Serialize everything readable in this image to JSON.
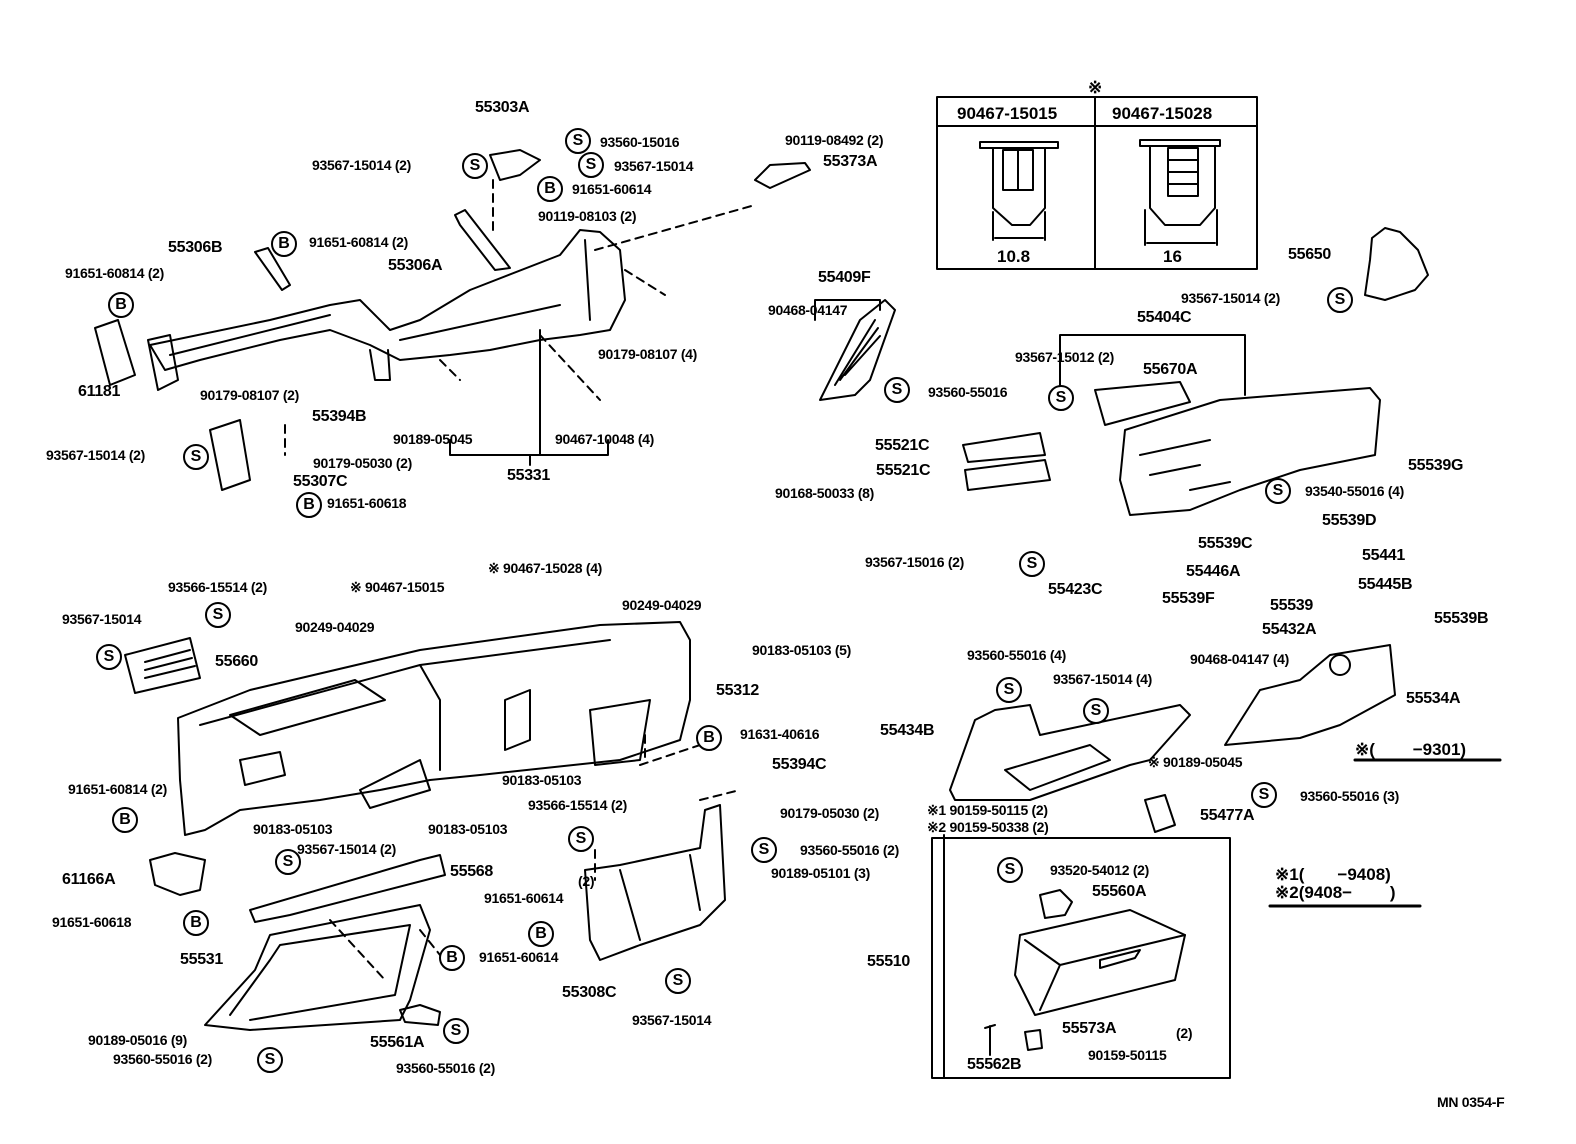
{
  "diagram": {
    "type": "exploded parts diagram",
    "footer_code": "MN  0354-F",
    "symbol_s": "S",
    "symbol_b": "B",
    "asterisk": "※"
  },
  "inset_clips": {
    "columns": [
      {
        "part": "90467-15015",
        "dimension": "10.8"
      },
      {
        "part": "90467-15028",
        "dimension": "16"
      }
    ]
  },
  "notes": {
    "note_9301": "※(        −9301)",
    "note_1": "※1(       −9408)",
    "note_2": "※2(9408−        )"
  },
  "labels": {
    "p55303A": "55303A",
    "p93560_15016": "93560-15016",
    "p93567_15014_top2": "93567-15014 (2)",
    "p93567_15014_top": "93567-15014",
    "p91651_60614_top": "91651-60614",
    "p90119_08492": "90119-08492 (2)",
    "p55373A": "55373A",
    "p90119_08103": "90119-08103 (2)",
    "p55306B": "55306B",
    "p91651_60814_mid": "91651-60814 (2)",
    "p55306A": "55306A",
    "p91651_60814_left": "91651-60814 (2)",
    "p61181": "61181",
    "p90179_08107_2": "90179-08107 (2)",
    "p90179_08107_4": "90179-08107 (4)",
    "p55394B": "55394B",
    "p93567_15014_left2": "93567-15014 (2)",
    "p90179_05030_a": "90179-05030 (2)",
    "p55307C": "55307C",
    "p91651_60618_a": "91651-60618",
    "p90189_05045_a": "90189-05045",
    "p90467_10048": "90467-10048 (4)",
    "p55331": "55331",
    "p55409F": "55409F",
    "p90468_04147_a": "90468-04147",
    "p93560_55016_a": "93560-55016",
    "p55521C_a": "55521C",
    "p55521C_b": "55521C",
    "p90168_50033": "90168-50033 (8)",
    "p55404C": "55404C",
    "p93567_15012": "93567-15012 (2)",
    "p55670A": "55670A",
    "p55650": "55650",
    "p93567_15014_r2": "93567-15014 (2)",
    "p93540_55016": "93540-55016 (4)",
    "p55539G": "55539G",
    "p55539D": "55539D",
    "p55539C": "55539C",
    "p55441": "55441",
    "p55446A": "55446A",
    "p55445B": "55445B",
    "p55539F": "55539F",
    "p55539": "55539",
    "p93567_15016": "93567-15016 (2)",
    "p55423C": "55423C",
    "p55432A": "55432A",
    "p55539B": "55539B",
    "p90468_04147_b": "90468-04147 (4)",
    "p55534A": "55534A",
    "p93566_15514_a": "93566-15514 (2)",
    "p90467_15015": "※ 90467-15015",
    "p90467_15028": "※ 90467-15028 (4)",
    "p90249_04029_a": "90249-04029",
    "p90249_04029_b": "90249-04029",
    "p93567_15014_b": "93567-15014",
    "p55660": "55660",
    "p90183_05103_5": "90183-05103 (5)",
    "p55312": "55312",
    "p91631_40616": "91631-40616",
    "p55394C": "55394C",
    "p90183_05103_a": "90183-05103",
    "p90183_05103_b": "90183-05103",
    "p90183_05103_c": "90183-05103",
    "p91651_60814_low": "91651-60814 (2)",
    "p61166A": "61166A",
    "p91651_60618_b": "91651-60618",
    "p93567_15014_c2": "93567-15014 (2)",
    "p55568": "55568",
    "p93566_15514_b": "93566-15514 (2)",
    "p90179_05030_b": "90179-05030 (2)",
    "p93560_55016_b": "93560-55016 (2)",
    "p90189_05101": "90189-05101 (3)",
    "p2_a": "(2)",
    "p91651_60614_b": "91651-60614",
    "p91651_60614_c": "91651-60614",
    "p55308C": "55308C",
    "p93567_15014_d": "93567-15014",
    "p55531": "55531",
    "p90189_05016": "90189-05016 (9)",
    "p93560_55016_c": "93560-55016 (2)",
    "p55561A": "55561A",
    "p93560_55016_d": "93560-55016 (2)",
    "p93560_55016_e": "93560-55016 (4)",
    "p93567_15014_e": "93567-15014 (4)",
    "p55434B": "55434B",
    "p90189_05045_b": "※ 90189-05045",
    "p90159_50115_1": "※1 90159-50115 (2)",
    "p90159_50338_2": "※2 90159-50338 (2)",
    "p55477A": "55477A",
    "p93560_55016_f": "93560-55016 (3)",
    "p93520_54012": "93520-54012 (2)",
    "p55560A": "55560A",
    "p55510": "55510",
    "p55573A": "55573A",
    "p2_b": "(2)",
    "p90159_50115": "90159-50115",
    "p55562B": "55562B"
  }
}
